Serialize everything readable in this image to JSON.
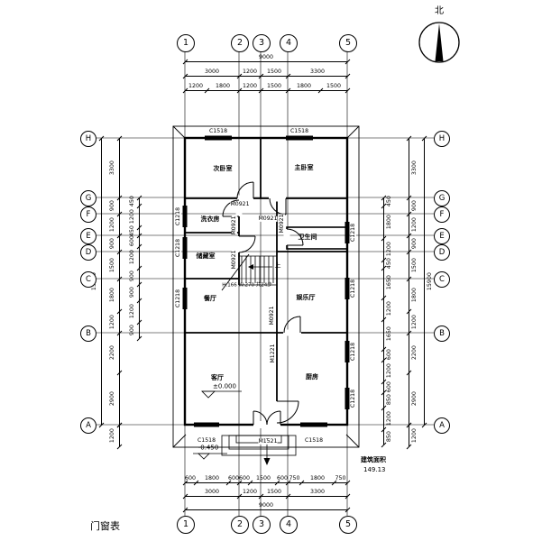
{
  "drawing": {
    "caption": "门窗表",
    "north_label": "北",
    "area_label": "建筑面积",
    "area_value": "149.13",
    "level_main": "±0.000",
    "level_entry": "-0.450",
    "stair_up": "上",
    "stair_note": "H:166 W:270 共24步"
  },
  "grid": {
    "cols": [
      "1",
      "2",
      "3",
      "4",
      "5"
    ],
    "rows": [
      "H",
      "G",
      "F",
      "E",
      "D",
      "C",
      "B",
      "A"
    ]
  },
  "rooms": [
    "次卧室",
    "主卧室",
    "洗衣房",
    "卫生间",
    "储藏室",
    "餐厅",
    "娱乐厅",
    "客厅",
    "厨房"
  ],
  "tags": {
    "c1518": "C1518",
    "c1218": "C1218",
    "m0921": "M0921",
    "m1221": "M1221",
    "m1521": "M1521"
  },
  "dims": {
    "top_total": [
      "9000"
    ],
    "top_major": [
      "3000",
      "1200",
      "1500",
      "3300"
    ],
    "top_detail": [
      "1200",
      "1800",
      "1200",
      "1500",
      "1800",
      "1500"
    ],
    "bottom_detail": [
      "600",
      "1800",
      "600",
      "600",
      "1500",
      "600",
      "750",
      "1800",
      "750"
    ],
    "bottom_major": [
      "3000",
      "1200",
      "1500",
      "3300"
    ],
    "bottom_total": [
      "9000"
    ],
    "left_total": [
      "15900"
    ],
    "left_major": [
      "3300",
      "900",
      "1200",
      "900",
      "1500",
      "1800",
      "1200",
      "2200",
      "2900"
    ],
    "left_detail": [
      "450",
      "1200",
      "450",
      "600",
      "1200",
      "900",
      "900",
      "1200",
      "900"
    ],
    "left_eave": [
      "1200"
    ],
    "right_total": [
      "15900"
    ],
    "right_major": [
      "3300",
      "900",
      "1200",
      "900",
      "1500",
      "1800",
      "1200",
      "2200",
      "2900"
    ],
    "right_detail": [
      "450",
      "1800",
      "1200",
      "450",
      "1650",
      "1200",
      "1650",
      "600",
      "1200",
      "600",
      "850",
      "1200",
      "850"
    ],
    "right_eave": [
      "1200"
    ]
  }
}
